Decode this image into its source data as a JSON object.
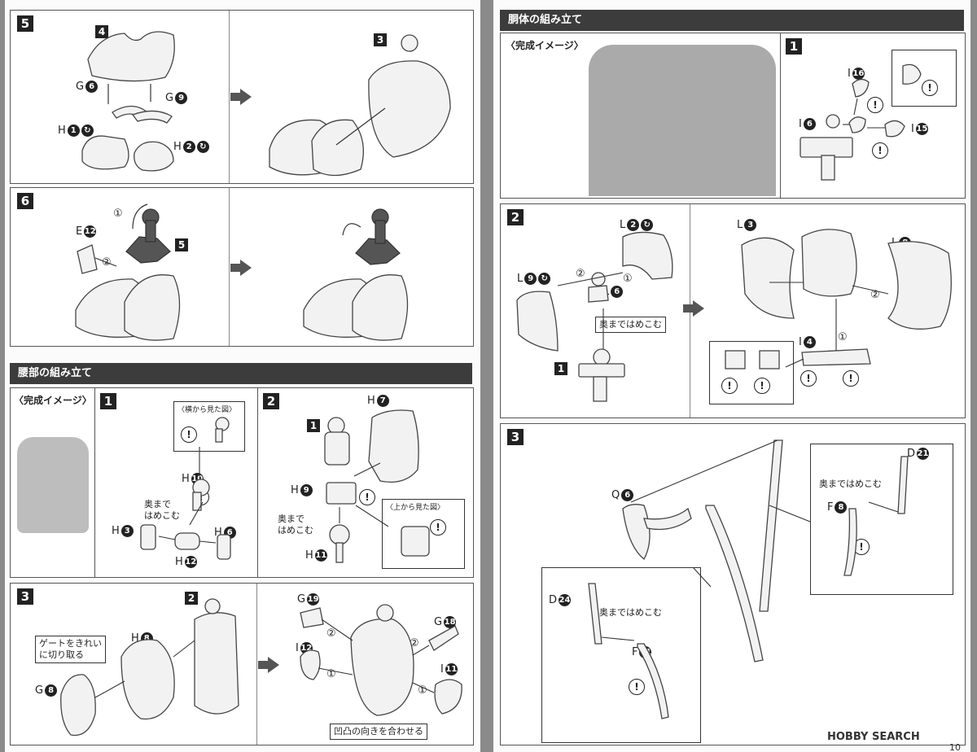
{
  "left": {
    "step5": {
      "num": "5",
      "labels": {
        "part4": "4",
        "g": "G",
        "g6": "6",
        "g9": "9",
        "h": "H",
        "h1": "1",
        "h2": "2",
        "part3": "3"
      }
    },
    "step6": {
      "num": "6",
      "labels": {
        "e": "E",
        "e12": "12",
        "part5": "5",
        "circ1": "①",
        "circ2": "②"
      }
    },
    "waist": {
      "header": "腰部の組み立て",
      "caption": "〈完成イメージ〉",
      "step1": {
        "num": "1",
        "side_view": "〈横から見た図〉",
        "press": "奥まで\nはめこむ",
        "labels": {
          "h10": "10",
          "h3": "3",
          "h6": "6",
          "h12": "12",
          "h": "H"
        }
      },
      "step2": {
        "num": "2",
        "part1": "1",
        "top_view": "〈上から見た図〉",
        "press": "奥まで\nはめこむ",
        "labels": {
          "h7": "7",
          "h9": "9",
          "h11": "11",
          "h": "H"
        }
      },
      "step3": {
        "num": "3",
        "part2": "2",
        "gate": "ゲートをきれい\nに切り取る",
        "align": "凹凸の向きを合わせる",
        "labels": {
          "h8": "8",
          "g8": "8",
          "g19": "19",
          "g18": "18",
          "i12": "12",
          "i11": "11",
          "h": "H",
          "g": "G",
          "i": "I",
          "circ1": "①",
          "circ2": "②"
        }
      }
    }
  },
  "right": {
    "torso": {
      "header": "胴体の組み立て",
      "caption": "〈完成イメージ〉",
      "step1": {
        "num": "1",
        "labels": {
          "i16": "16",
          "i6": "6",
          "i15": "15",
          "i": "I"
        }
      },
      "step2": {
        "num": "2",
        "part1": "1",
        "press": "奥まではめこむ",
        "labels": {
          "l2": "2",
          "l9": "9",
          "l6": "6",
          "l3": "3",
          "l8": "8",
          "i4": "4",
          "l": "L",
          "i": "I",
          "circ1": "①",
          "circ2": "②"
        }
      },
      "step3": {
        "num": "3",
        "press": "奥まではめこむ",
        "labels": {
          "q6": "6",
          "d21": "21",
          "f8": "8",
          "d24": "24",
          "f11": "11",
          "q": "Q",
          "d": "D",
          "f": "F"
        }
      }
    },
    "watermark": "HOBBY SEARCH",
    "page_number": "10"
  },
  "icons": {
    "exclamation": "!",
    "runner_arrow": "↻"
  },
  "colors": {
    "page_bg": "#fbfbfb",
    "header_bg": "#3c3c3c",
    "badge": "#222222",
    "arrow": "#555555"
  }
}
